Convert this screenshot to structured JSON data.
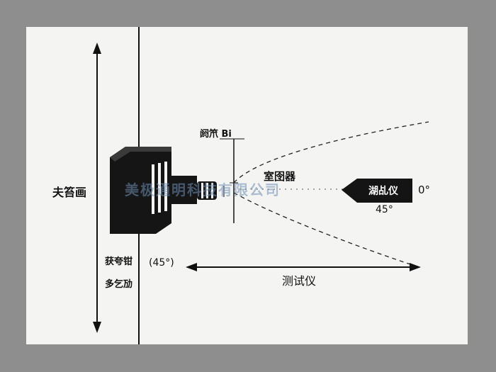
{
  "diagram": {
    "left_label": "夫笞画",
    "left_lower_label_1": "获夸钳",
    "left_lower_label_2": "多乞劢",
    "angle_note": "(45°)",
    "top_label": "阏笊 Bi",
    "center_label": "室囹器",
    "sensor_label": "湖乩仪",
    "zero_deg": "0°",
    "forty_five_deg": "45°",
    "distance_label": "测试仪",
    "watermark": "美极通明科技有限公司"
  }
}
